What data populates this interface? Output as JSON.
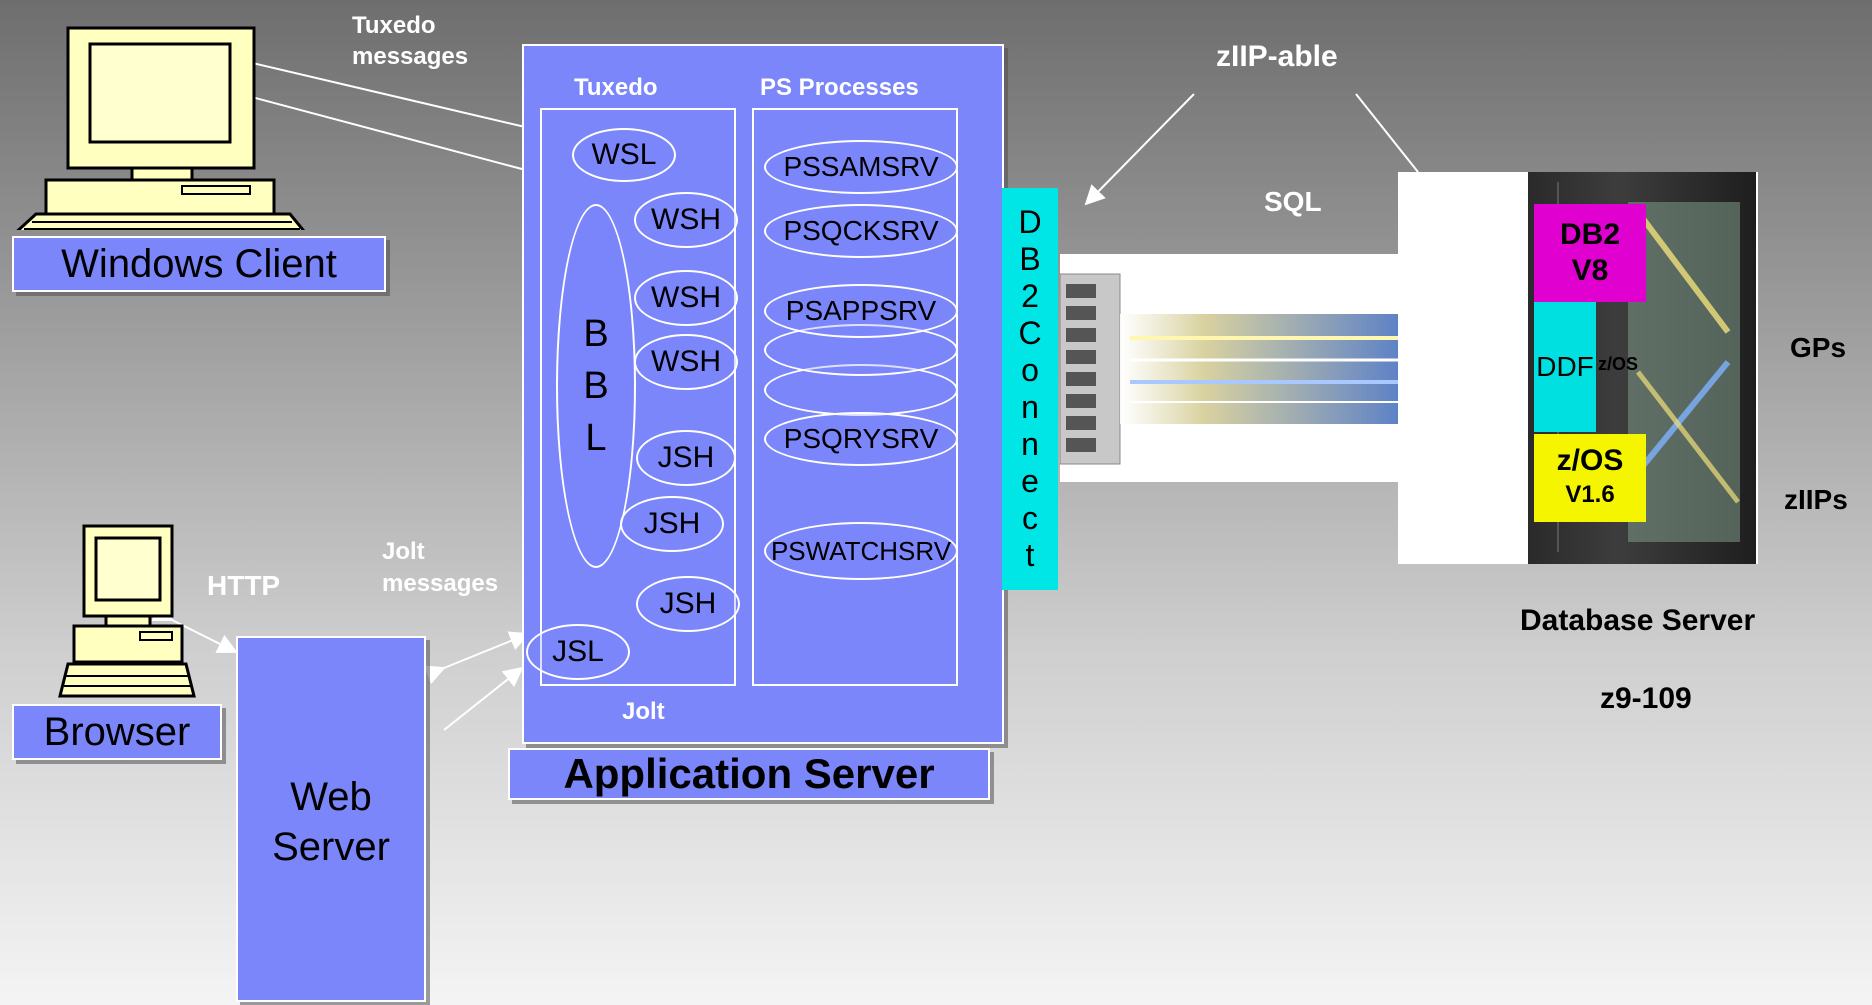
{
  "labels": {
    "tuxedo_messages": [
      "Tuxedo",
      "messages"
    ],
    "jolt_messages": [
      "Jolt",
      "messages"
    ],
    "http": "HTTP",
    "ziip_able": "zIIP-able",
    "sql": "SQL",
    "gps": "GPs",
    "ziips": "zIIPs",
    "database_server": "Database Server",
    "model": "z9-109"
  },
  "clients": {
    "windows_client": "Windows Client",
    "browser": "Browser",
    "web_server": [
      "Web",
      "Server"
    ]
  },
  "app_server": {
    "title": "Application Server",
    "tuxedo": "Tuxedo",
    "ps_processes": "PS Processes",
    "jolt": "Jolt",
    "bbl": [
      "B",
      "B",
      "L"
    ],
    "handlers": {
      "wsl": "WSL",
      "wsh1": "WSH",
      "wsh2": "WSH",
      "wsh3": "WSH",
      "jsh1": "JSH",
      "jsh2": "JSH",
      "jsh3": "JSH",
      "jsl": "JSL"
    },
    "processes": {
      "psamsrv": "PSSAMSRV",
      "psqcksrv": "PSQCKSRV",
      "psappsrv": "PSAPPSRV",
      "psqrysrv": "PSQRYSRV",
      "pswatchsrv": "PSWATCHSRV"
    }
  },
  "db2connect": [
    "D",
    "B",
    "2",
    "C",
    "o",
    "n",
    "n",
    "e",
    "c",
    "t"
  ],
  "database": {
    "db2": [
      "DB2",
      "V8"
    ],
    "ddf": "DDF",
    "zos_small": "z/OS",
    "zos": [
      "z/OS",
      "V1.6"
    ]
  },
  "colors": {
    "box_fill": "#7b86fb",
    "db2connect": "#00e5e5",
    "db2": "#e000d0",
    "ddf": "#00e0e0",
    "zos": "#f5f500"
  }
}
